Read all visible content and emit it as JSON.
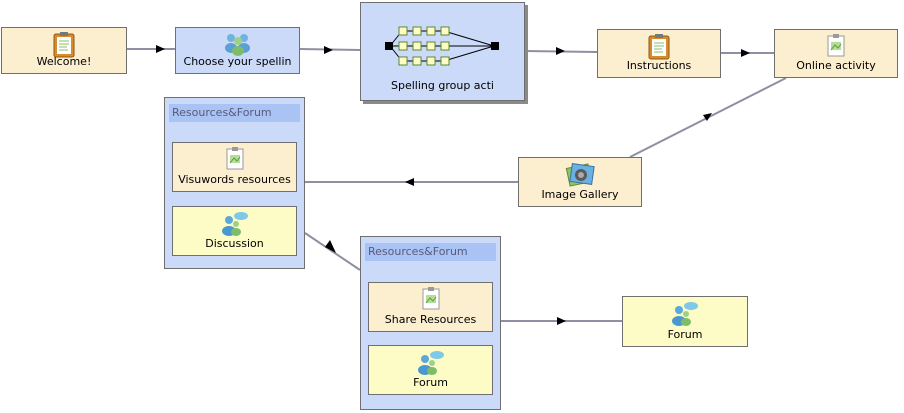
{
  "nodes": {
    "welcome": "Welcome!",
    "choose": "Choose your spellin",
    "spelling_group": "Spelling group acti",
    "instructions": "Instructions",
    "online_activity": "Online activity",
    "image_gallery": "Image Gallery",
    "forum": "Forum"
  },
  "containers": {
    "resources_forum_1": {
      "title": "Resources&Forum",
      "items": [
        "Visuwords resources",
        "Discussion"
      ]
    },
    "resources_forum_2": {
      "title": "Resources&Forum",
      "items": [
        "Share Resources",
        "Forum"
      ]
    }
  },
  "colors": {
    "tan": "#fcefcf",
    "yellow": "#fdfcc6",
    "blue": "#cbdaf9",
    "title_bar": "#a9c3f5",
    "edge": "#8f8fa3"
  },
  "icons": {
    "welcome": "clipboard-icon",
    "choose": "group-icon",
    "spelling_group": "branching-icon",
    "instructions": "clipboard-icon",
    "online_activity": "image-doc-icon",
    "image_gallery": "gallery-icon",
    "visuwords": "image-doc-icon",
    "discussion": "chat-users-icon",
    "share_resources": "image-doc-icon",
    "forum_item": "chat-users-icon",
    "forum": "chat-users-icon"
  }
}
